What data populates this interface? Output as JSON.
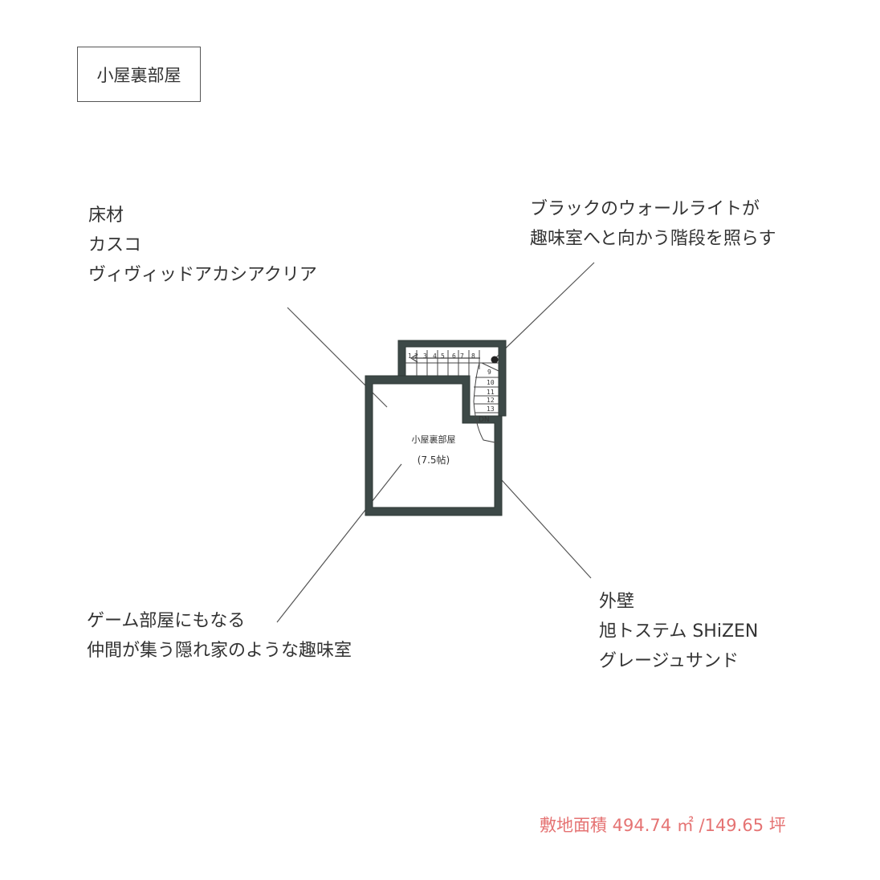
{
  "title": "小屋裏部屋",
  "annotations": {
    "flooring": [
      "床材",
      "カスコ",
      "ヴィヴィッドアカシアクリア"
    ],
    "light": [
      "ブラックのウォールライトが",
      "趣味室へと向かう階段を照らす"
    ],
    "game_room": [
      "ゲーム部屋にもなる",
      "仲間が集う隠れ家のような趣味室"
    ],
    "exterior": [
      "外壁",
      "旭トステム SHiZEN",
      "グレージュサンド"
    ]
  },
  "plan": {
    "room_label": "小屋裏部屋",
    "room_size": "(7.5帖)",
    "stair_upper_numbers": [
      "1",
      "2",
      "3",
      "4",
      "5",
      "6",
      "7",
      "8"
    ],
    "stair_side_numbers": [
      "9",
      "10",
      "11",
      "12",
      "13"
    ],
    "stair_direction": "DN"
  },
  "site_area": "敷地面積 494.74 ㎡ /149.65 坪",
  "colors": {
    "wall": "#3d4947",
    "text": "#333333",
    "accent": "#e57373",
    "leader": "#555555"
  }
}
